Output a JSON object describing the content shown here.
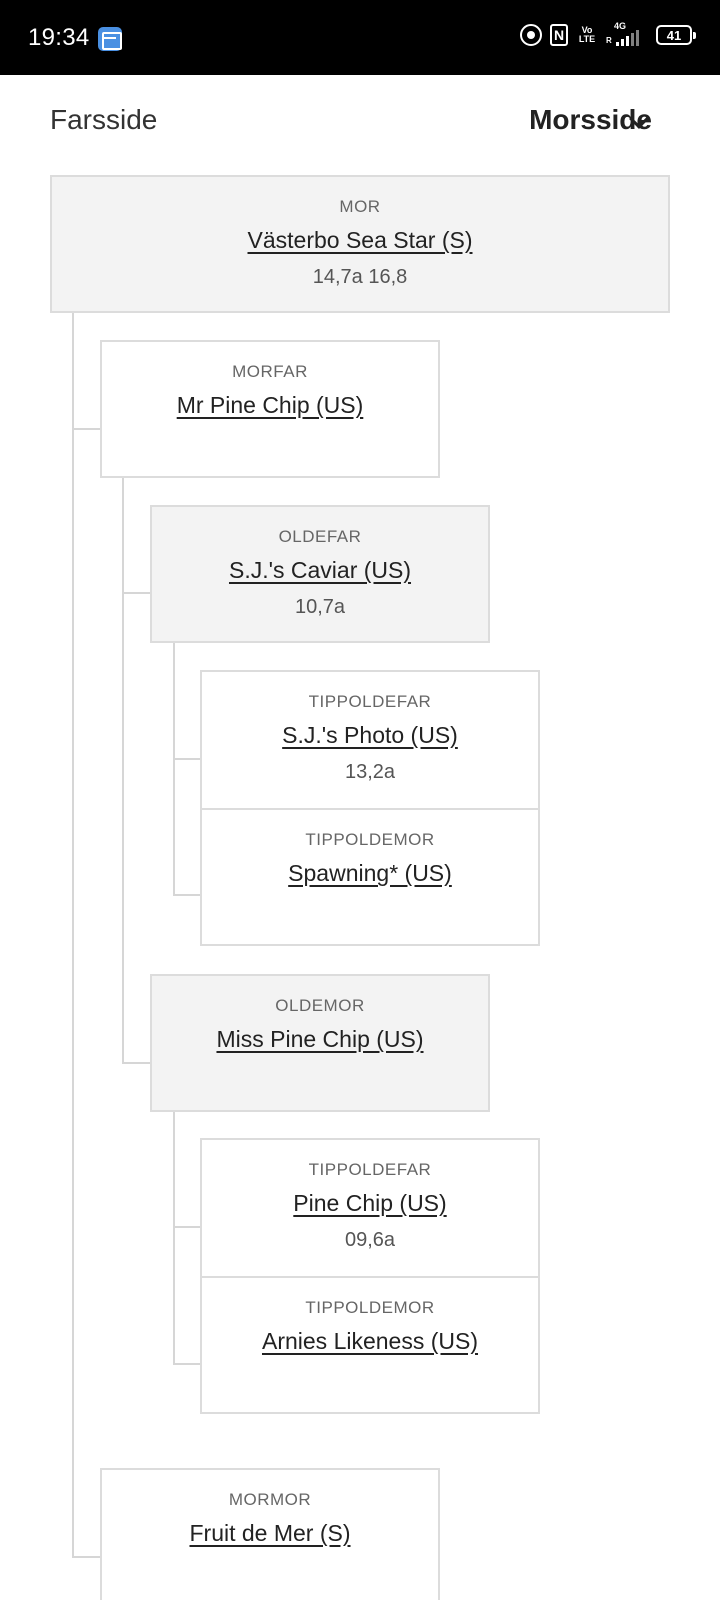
{
  "status_bar": {
    "time": "19:34",
    "icons": [
      "calendar-app-icon",
      "hotspot-icon",
      "nfc-icon",
      "volte-icon",
      "signal-icon",
      "battery-icon"
    ],
    "volte": "Vo LTE",
    "network": "4G",
    "roaming": "R",
    "battery": "41",
    "nfc": "N"
  },
  "tabs": {
    "far": "Farsside",
    "mor": "Morsside"
  },
  "pedigree": {
    "mor": {
      "role": "MOR",
      "name": "Västerbo Sea Star (S)",
      "record": "14,7a 16,8"
    },
    "morfar": {
      "role": "MORFAR",
      "name": "Mr Pine Chip (US)"
    },
    "oldefar": {
      "role": "OLDEFAR",
      "name": "S.J.'s Caviar (US)",
      "record": "10,7a"
    },
    "tippoldefar_1": {
      "role": "TIPPOLDEFAR",
      "name": "S.J.'s Photo (US)",
      "record": "13,2a"
    },
    "tippoldemor_1": {
      "role": "TIPPOLDEMOR",
      "name": "Spawning* (US)"
    },
    "oldemor": {
      "role": "OLDEMOR",
      "name": "Miss Pine Chip (US)"
    },
    "tippoldefar_2": {
      "role": "TIPPOLDEFAR",
      "name": "Pine Chip (US)",
      "record": "09,6a"
    },
    "tippoldemor_2": {
      "role": "TIPPOLDEMOR",
      "name": "Arnies Likeness (US)"
    },
    "mormor": {
      "role": "MORMOR",
      "name": "Fruit de Mer (S)"
    }
  }
}
